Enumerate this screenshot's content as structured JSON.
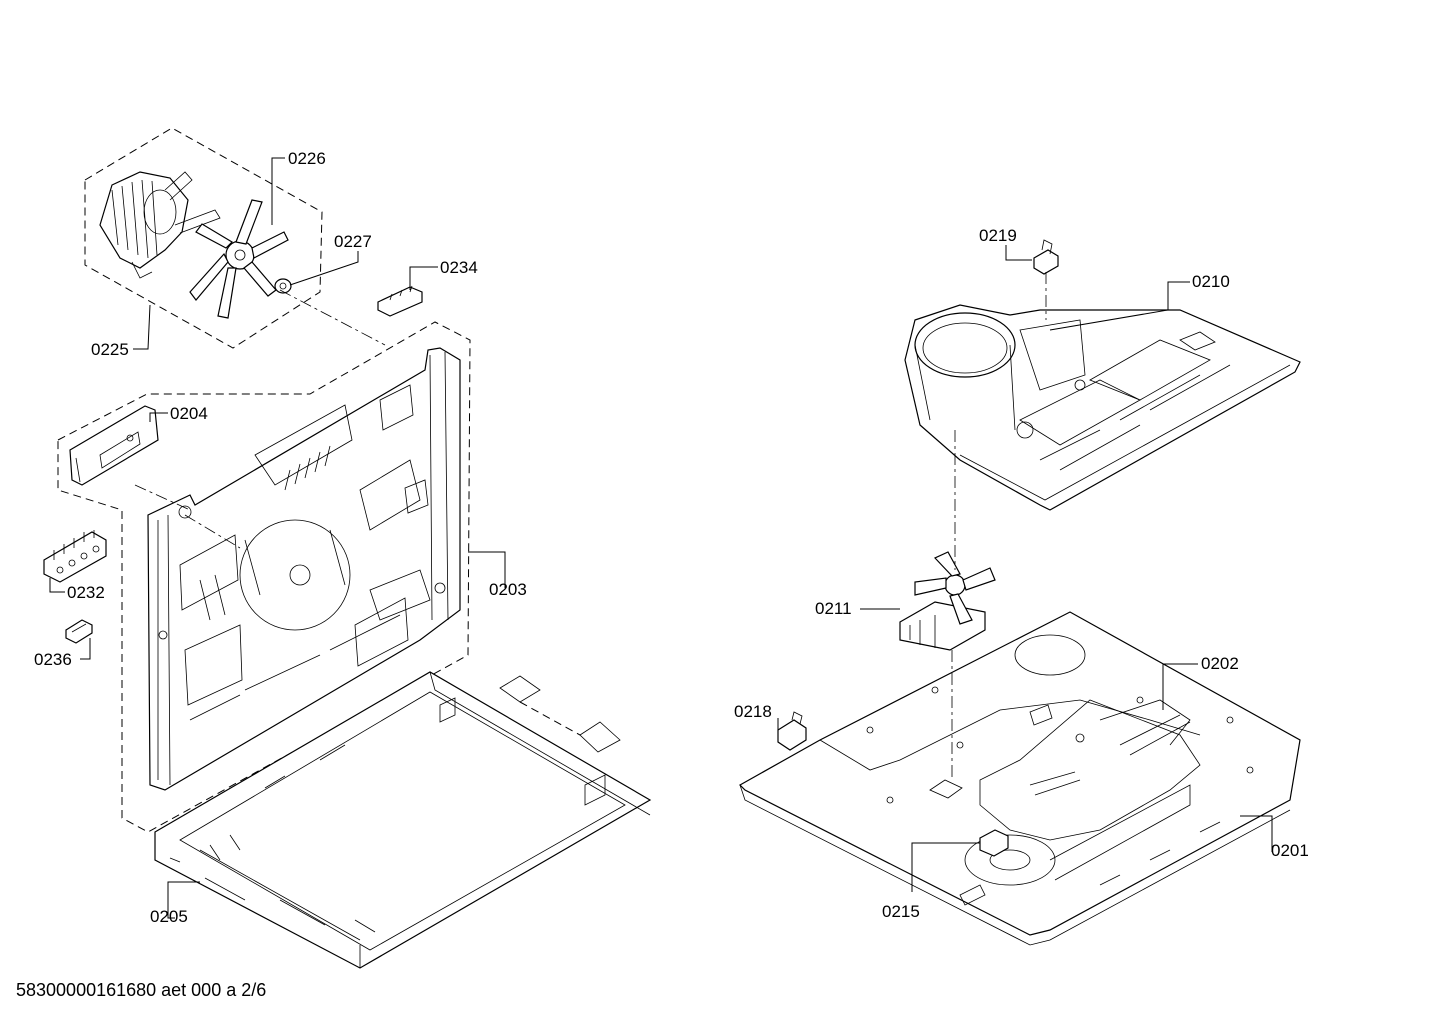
{
  "labels": {
    "p0226": "0226",
    "p0227": "0227",
    "p0234": "0234",
    "p0225": "0225",
    "p0204": "0204",
    "p0232": "0232",
    "p0236": "0236",
    "p0203": "0203",
    "p0205": "0205",
    "p0219": "0219",
    "p0210": "0210",
    "p0211": "0211",
    "p0202": "0202",
    "p0218": "0218",
    "p0201": "0201",
    "p0215": "0215"
  },
  "footer": {
    "doc_code": "58300000161680 aet 000 a 2/6"
  }
}
